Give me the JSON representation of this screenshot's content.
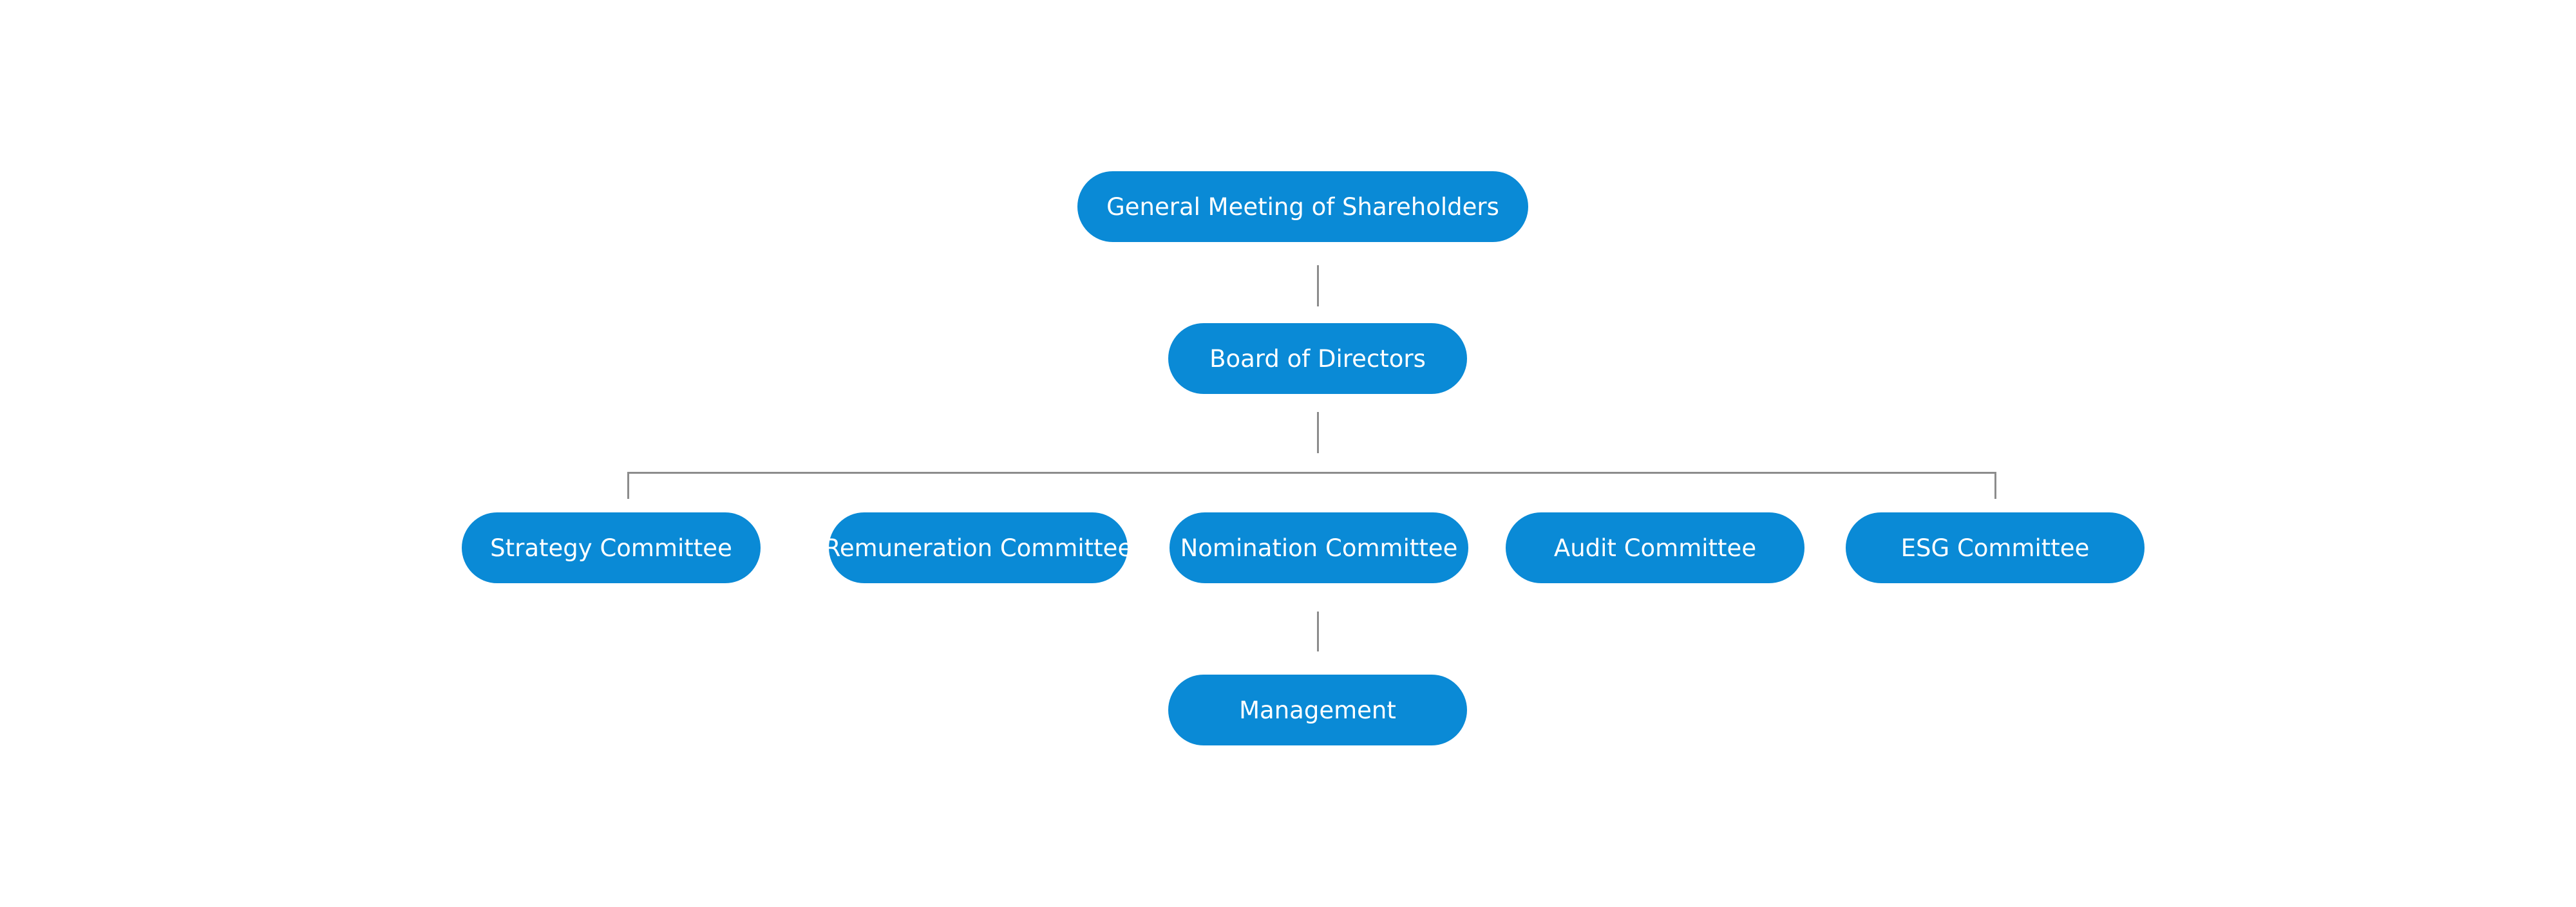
{
  "org_chart": {
    "colors": {
      "node_fill": "#0a8ad6",
      "node_text": "#ffffff",
      "connector": "#8c8c8c",
      "background": "#ffffff"
    },
    "top": {
      "label": "General Meeting of Shareholders"
    },
    "board": {
      "label": "Board of Directors"
    },
    "committees": [
      {
        "label": "Strategy Committee"
      },
      {
        "label": "Remuneration Committee"
      },
      {
        "label": "Nomination Committee"
      },
      {
        "label": "Audit Committee"
      },
      {
        "label": "ESG Committee"
      }
    ],
    "management": {
      "label": "Management"
    }
  }
}
